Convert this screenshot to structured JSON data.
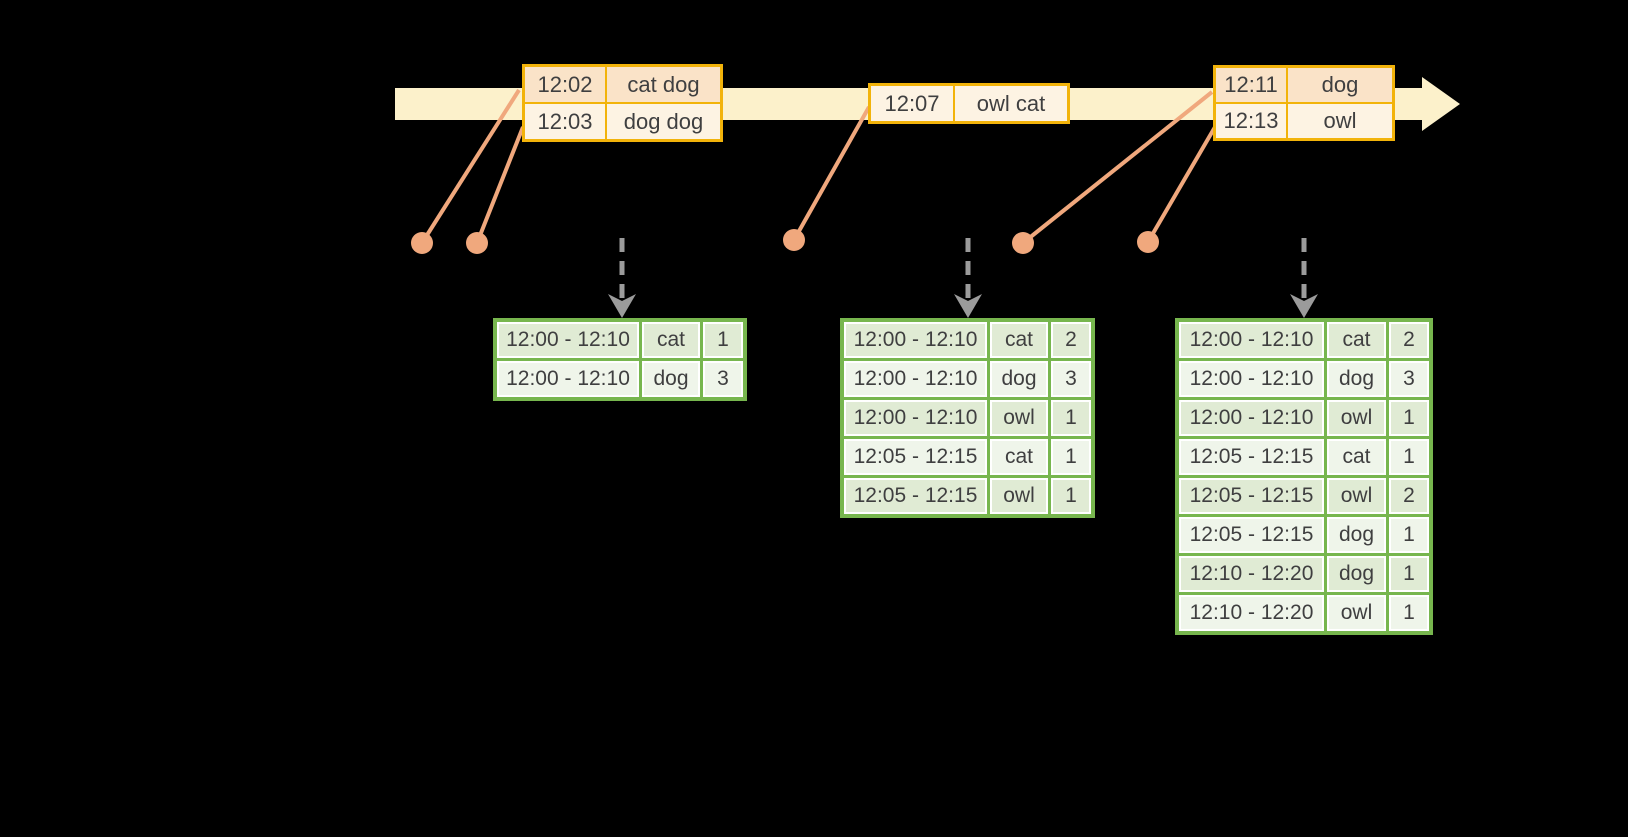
{
  "colors": {
    "background": "#000000",
    "band": "#FCF1CB",
    "gold": "#F2B30A",
    "peach": "#FAE3C8",
    "cream": "#FDF3E3",
    "salmon": "#F0A87D",
    "arrowgray": "#9B9B9B",
    "green": "#77B64E",
    "grow-dark": "#E0EBD4",
    "grow-light": "#EFF5EA",
    "ink": "#3F3F40"
  },
  "events": [
    {
      "rows": [
        {
          "time": "12:02",
          "words": "cat dog"
        },
        {
          "time": "12:03",
          "words": "dog dog"
        }
      ]
    },
    {
      "rows": [
        {
          "time": "12:07",
          "words": "owl cat"
        }
      ]
    },
    {
      "rows": [
        {
          "time": "12:11",
          "words": "dog"
        },
        {
          "time": "12:13",
          "words": "owl"
        }
      ]
    }
  ],
  "results": [
    {
      "rows": [
        {
          "window": "12:00 - 12:10",
          "word": "cat",
          "count": "1"
        },
        {
          "window": "12:00 - 12:10",
          "word": "dog",
          "count": "3"
        }
      ]
    },
    {
      "rows": [
        {
          "window": "12:00 - 12:10",
          "word": "cat",
          "count": "2"
        },
        {
          "window": "12:00 - 12:10",
          "word": "dog",
          "count": "3"
        },
        {
          "window": "12:00 - 12:10",
          "word": "owl",
          "count": "1"
        },
        {
          "window": "12:05 - 12:15",
          "word": "cat",
          "count": "1"
        },
        {
          "window": "12:05 - 12:15",
          "word": "owl",
          "count": "1"
        }
      ]
    },
    {
      "rows": [
        {
          "window": "12:00 - 12:10",
          "word": "cat",
          "count": "2"
        },
        {
          "window": "12:00 - 12:10",
          "word": "dog",
          "count": "3"
        },
        {
          "window": "12:00 - 12:10",
          "word": "owl",
          "count": "1"
        },
        {
          "window": "12:05 - 12:15",
          "word": "cat",
          "count": "1"
        },
        {
          "window": "12:05 - 12:15",
          "word": "owl",
          "count": "2"
        },
        {
          "window": "12:05 - 12:15",
          "word": "dog",
          "count": "1"
        },
        {
          "window": "12:10 - 12:20",
          "word": "dog",
          "count": "1"
        },
        {
          "window": "12:10 - 12:20",
          "word": "owl",
          "count": "1"
        }
      ]
    }
  ]
}
